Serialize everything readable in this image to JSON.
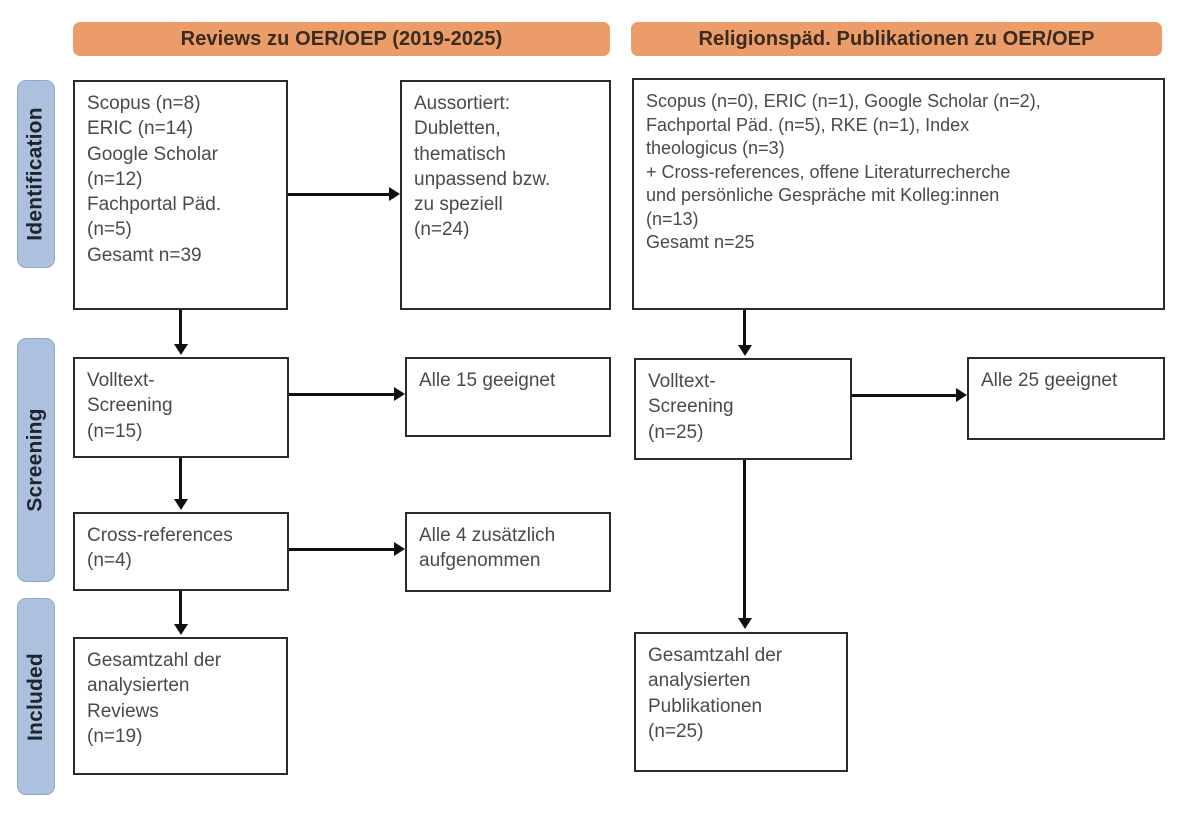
{
  "diagram": {
    "type": "prisma-flow-diagram",
    "title_left": "Reviews zu OER/OEP (2019-2025)",
    "title_right": "Religionspäd. Publikationen zu OER/OEP",
    "colors": {
      "banner": "#eb9c69",
      "rail": "#adc0de",
      "box_border": "#2b2b2b",
      "text": "#4a4a4a",
      "connector": "#101010"
    }
  },
  "phases": [
    {
      "label": "Identification"
    },
    {
      "label": "Screening"
    },
    {
      "label": "Included"
    }
  ],
  "left_column": {
    "identification_sources": "Scopus (n=8)\nERIC (n=14)\nGoogle Scholar\n(n=12)\nFachportal Päd.\n(n=5)\nGesamt n=39",
    "excluded": "Aussortiert:\nDubletten,\nthematisch\nunpassend bzw.\nzu speziell\n(n=24)",
    "fulltext_screening": "Volltext-\nScreening\n(n=15)",
    "fulltext_result": "Alle 15 geeignet",
    "cross_references": "Cross-references\n(n=4)",
    "cross_references_result": "Alle 4 zusätzlich\naufgenommen",
    "included_total": "Gesamtzahl der\nanalysierten\nReviews\n(n=19)"
  },
  "right_column": {
    "identification_sources": "Scopus (n=0), ERIC (n=1), Google Scholar (n=2),\nFachportal Päd. (n=5), RKE (n=1), Index\ntheologicus (n=3)\n+ Cross-references, offene Literaturrecherche\nund persönliche Gespräche mit Kolleg:innen\n(n=13)\nGesamt n=25",
    "fulltext_screening": "Volltext-\nScreening\n(n=25)",
    "fulltext_result": "Alle 25 geeignet",
    "included_total": "Gesamtzahl der\nanalysierten\nPublikationen\n(n=25)"
  }
}
